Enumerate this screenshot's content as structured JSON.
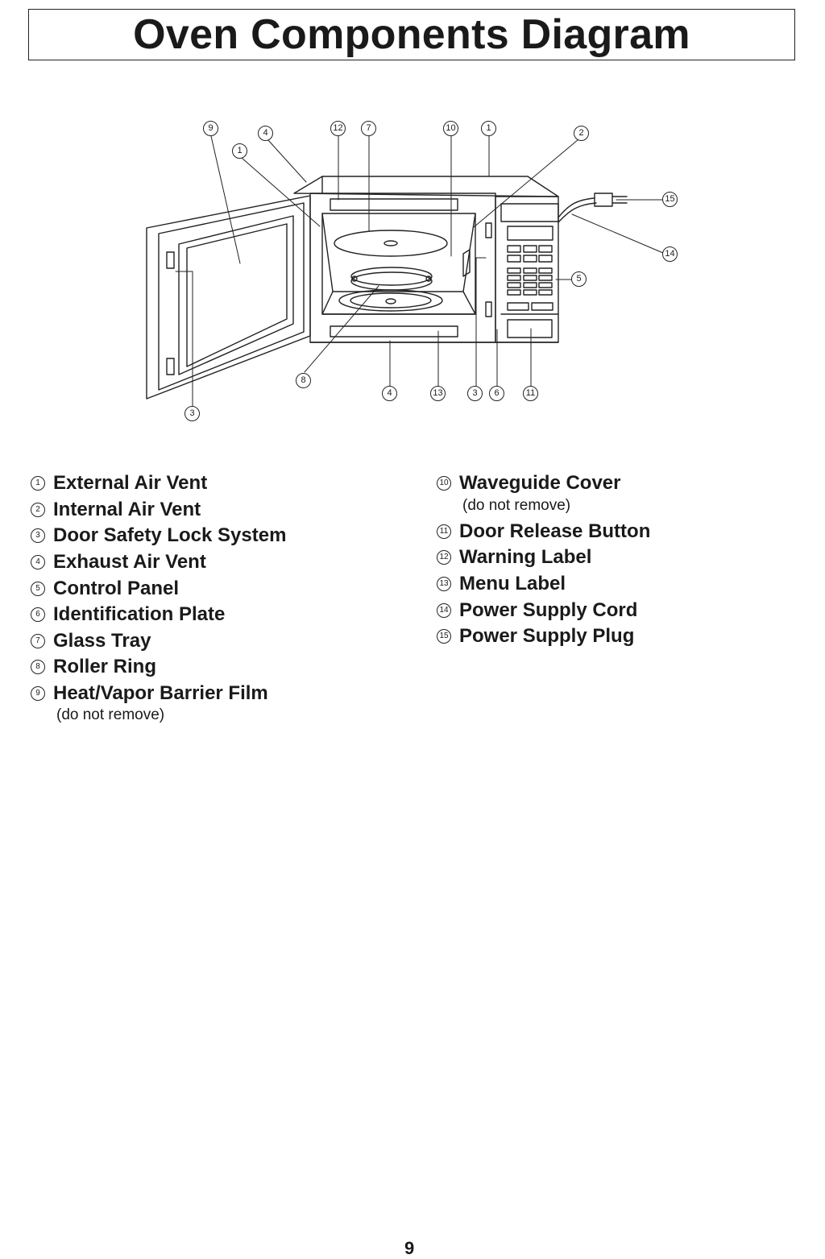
{
  "title": "Oven Components Diagram",
  "components_left": [
    {
      "num": "1",
      "label": "External Air Vent"
    },
    {
      "num": "2",
      "label": "Internal Air Vent"
    },
    {
      "num": "3",
      "label": "Door Safety Lock System"
    },
    {
      "num": "4",
      "label": "Exhaust Air Vent"
    },
    {
      "num": "5",
      "label": "Control Panel"
    },
    {
      "num": "6",
      "label": "Identification Plate"
    },
    {
      "num": "7",
      "label": "Glass Tray"
    },
    {
      "num": "8",
      "label": "Roller Ring"
    },
    {
      "num": "9",
      "label": "Heat/Vapor Barrier Film",
      "note": "(do not remove)"
    }
  ],
  "components_right": [
    {
      "num": "10",
      "label": "Waveguide Cover",
      "note": "(do not remove)"
    },
    {
      "num": "11",
      "label": "Door Release Button"
    },
    {
      "num": "12",
      "label": "Warning Label"
    },
    {
      "num": "13",
      "label": "Menu Label"
    },
    {
      "num": "14",
      "label": "Power Supply Cord"
    },
    {
      "num": "15",
      "label": "Power Supply Plug"
    }
  ],
  "callouts": {
    "c9": "9",
    "c4a": "4",
    "c1a": "1",
    "c12": "12",
    "c7": "7",
    "c10": "10",
    "c1b": "1",
    "c2": "2",
    "c15": "15",
    "c14": "14",
    "c5": "5",
    "c8": "8",
    "c4b": "4",
    "c13": "13",
    "c3a": "3",
    "c6": "6",
    "c11": "11",
    "c3b": "3"
  },
  "page_number": "9"
}
